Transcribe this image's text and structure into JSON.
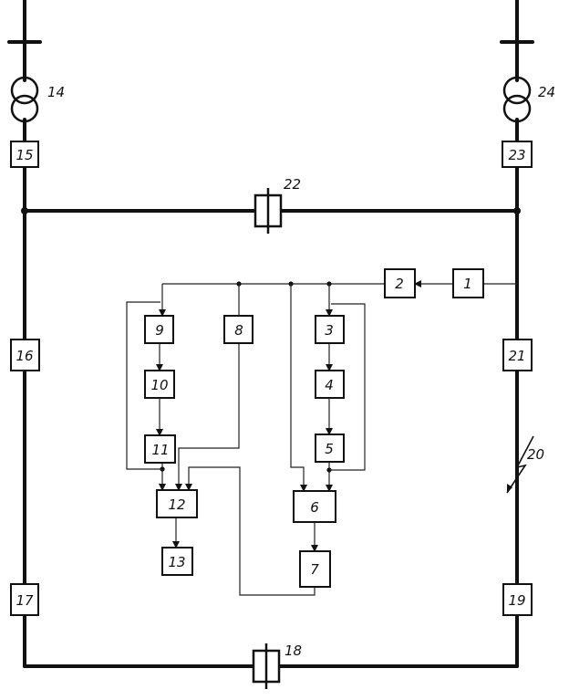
{
  "labels": {
    "n1": "1",
    "n2": "2",
    "n3": "3",
    "n4": "4",
    "n5": "5",
    "n6": "6",
    "n7": "7",
    "n8": "8",
    "n9": "9",
    "n10": "10",
    "n11": "11",
    "n12": "12",
    "n13": "13",
    "n14": "14",
    "n15": "15",
    "n16": "16",
    "n17": "17",
    "n18": "18",
    "n19": "19",
    "n20": "20",
    "n21": "21",
    "n22": "22",
    "n23": "23",
    "n24": "24"
  },
  "colors": {
    "line": "#111111",
    "background": "#ffffff"
  }
}
